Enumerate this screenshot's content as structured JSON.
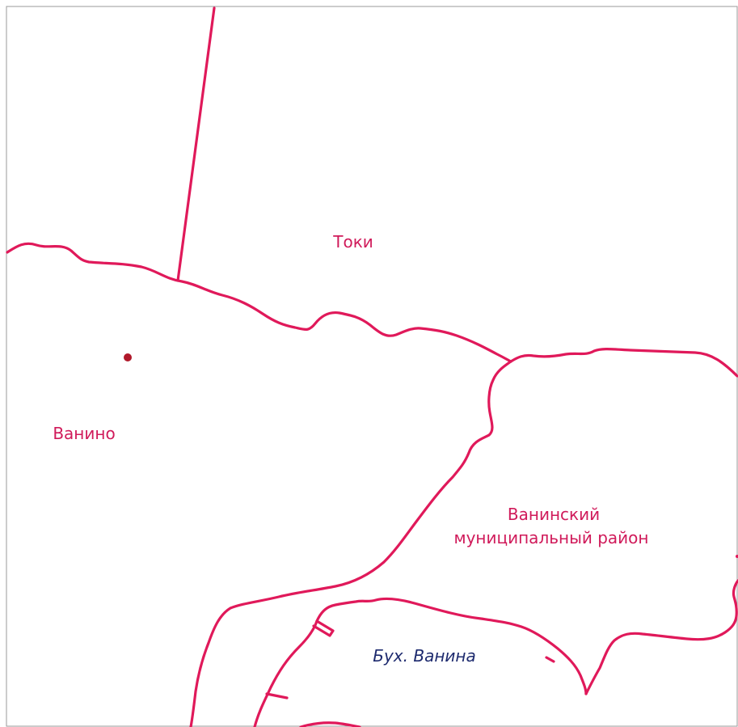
{
  "colors": {
    "boundary": "#e0195a",
    "label": "#d01a5a",
    "water_label": "#1d2a6e",
    "settlement_point": "#b0182a",
    "frame": "#9a9a9a"
  },
  "labels": {
    "toki": "Токи",
    "vanino": "Ванино",
    "district_line1": "Ванинский",
    "district_line2": "муниципальный район",
    "bay": "Бух. Ванина"
  },
  "settlement_marker": {
    "name_ref": "vanino",
    "icon": "settlement-dot-icon"
  }
}
